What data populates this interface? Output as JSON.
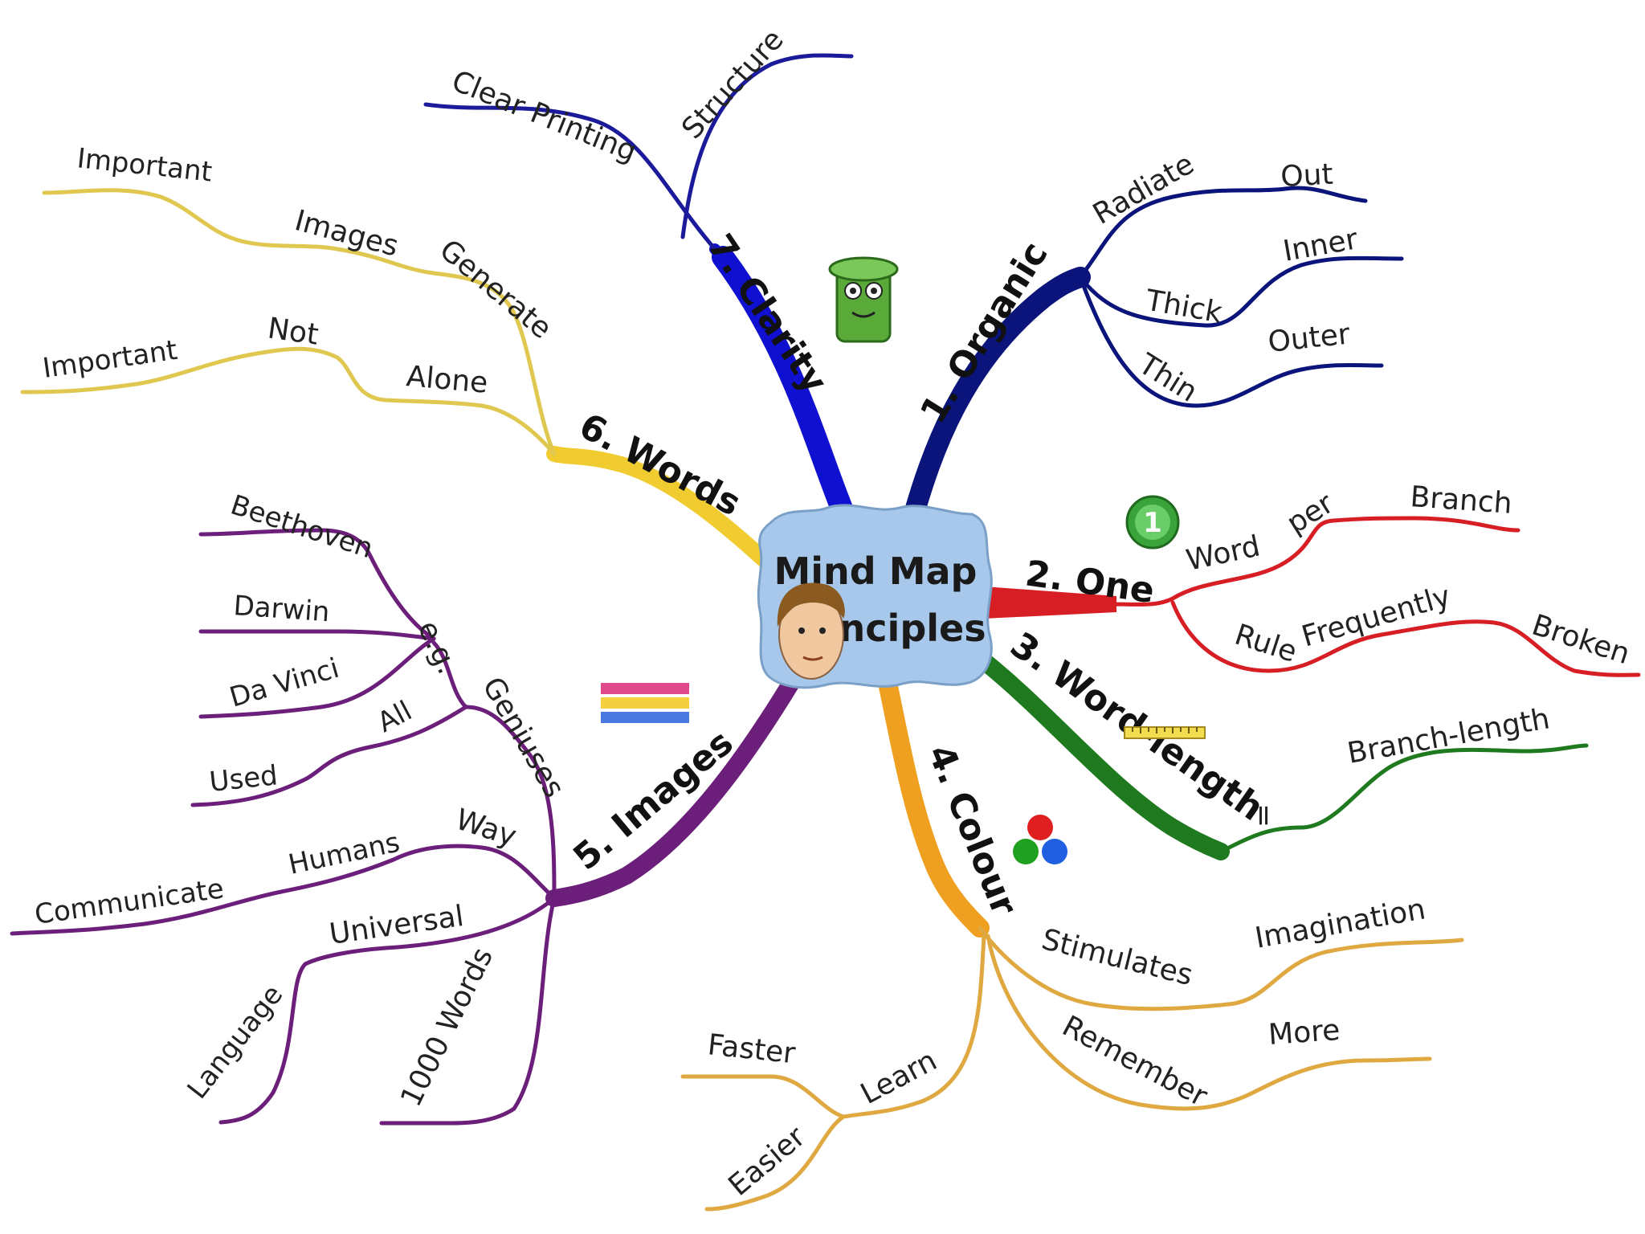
{
  "center": {
    "line1": "Mind Map",
    "line2": "Principles"
  },
  "colors": {
    "organic": "#0a147a",
    "one": "#d81e25",
    "word_length": "#1f7a1f",
    "colour": "#e8a33a",
    "images": "#6b1f7a",
    "words": "#e6c44a",
    "clarity": "#1010d0",
    "center_fill": "#a7c8ea"
  },
  "branches": {
    "organic": {
      "label": "1. Organic",
      "radiate": "Radiate",
      "out": "Out",
      "thick": "Thick",
      "inner": "Inner",
      "thin": "Thin",
      "outer": "Outer"
    },
    "one": {
      "label": "2. One",
      "word": "Word",
      "per": "per",
      "branch": "Branch",
      "rule": "Rule",
      "frequently": "Frequently",
      "broken": "Broken"
    },
    "word_length": {
      "label": "3. Word-length",
      "equals": "=",
      "branch_length": "Branch-length"
    },
    "colour": {
      "label": "4. Colour",
      "stimulates": "Stimulates",
      "imagination": "Imagination",
      "remember": "Remember",
      "more": "More",
      "learn": "Learn",
      "faster": "Faster",
      "easier": "Easier"
    },
    "images": {
      "label": "5. Images",
      "geniuses": "Geniuses",
      "eg": "e.g.",
      "beethoven": "Beethoven",
      "darwin": "Darwin",
      "da_vinci": "Da Vinci",
      "all": "All",
      "used": "Used",
      "way": "Way",
      "humans": "Humans",
      "communicate": "Communicate",
      "universal": "Universal",
      "language": "Language",
      "thousand_words": "1000 Words"
    },
    "words": {
      "label": "6. Words",
      "generate": "Generate",
      "images": "Images",
      "important_1": "Important",
      "alone": "Alone",
      "not": "Not",
      "important_2": "Important"
    },
    "clarity": {
      "label": "7. Clarity",
      "clear_printing": "Clear Printing",
      "structure": "Structure"
    }
  },
  "icons": {
    "one_badge": "1"
  }
}
